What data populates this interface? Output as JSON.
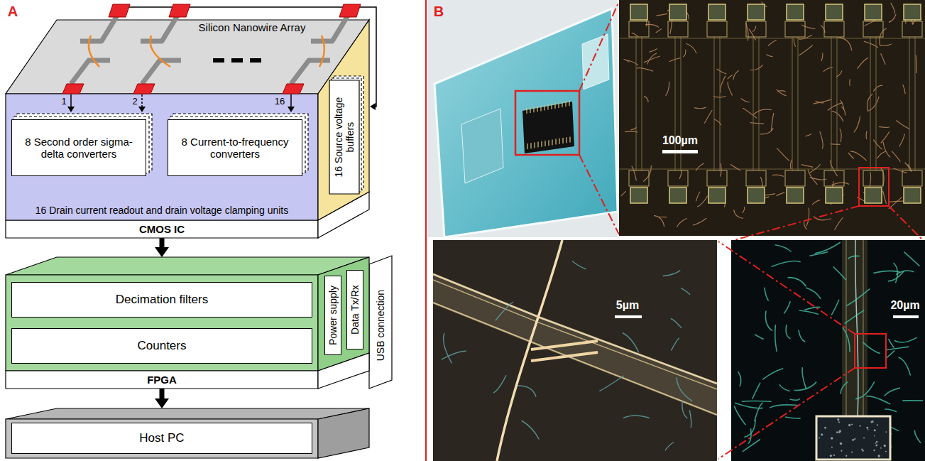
{
  "diagram": {
    "nodes": [
      {
        "text": [
          "CMOS IC"
        ]
      },
      {
        "text": [
          "Silicon Nanowire Array"
        ],
        "in": 0
      },
      {
        "text": [
          "16 Drain current readout and drain voltage clamping units"
        ],
        "in": 0
      },
      {
        "text": [
          "8 Second order sigma-delta converters"
        ],
        "in": 2
      },
      {
        "text": [
          "8 Current-to-frequency converters"
        ],
        "in": 2
      },
      {
        "text": [
          "16 Source voltage buffers"
        ],
        "in": 0
      },
      {
        "text": [
          "FPGA"
        ]
      },
      {
        "text": [
          "Decimation filters"
        ],
        "in": 6
      },
      {
        "text": [
          "Counters"
        ],
        "in": 6
      },
      {
        "text": [
          "Power supply"
        ],
        "in": 6
      },
      {
        "text": [
          "Data Tx/Rx"
        ],
        "in": 6
      },
      {
        "text": [
          "Host PC"
        ]
      }
    ],
    "edges": [
      {
        "from": 0,
        "to": 6,
        "arrow": "to"
      },
      {
        "from": 6,
        "to": 11,
        "arrow": "to"
      }
    ],
    "labels": [
      "A",
      "1",
      "2",
      "16",
      "USB connection",
      "B",
      "100µm",
      "5µm",
      "20µm"
    ]
  }
}
